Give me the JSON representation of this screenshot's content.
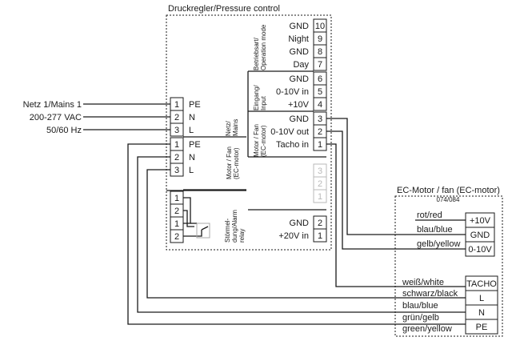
{
  "controller": {
    "title": "Druckregler/Pressure control",
    "mains_inputs": [
      "Netz 1/Mains 1",
      "200-277 VAC",
      "50/60 Hz"
    ],
    "mains_pins": [
      {
        "num": "1",
        "label": "PE"
      },
      {
        "num": "2",
        "label": "N"
      },
      {
        "num": "3",
        "label": "L"
      }
    ],
    "mains_group": [
      "Netz/",
      "Mains"
    ],
    "motor_pins": [
      {
        "num": "1",
        "label": "PE"
      },
      {
        "num": "2",
        "label": "N"
      },
      {
        "num": "3",
        "label": "L"
      }
    ],
    "motor_group": [
      "Motor / Fan",
      "(EC-motor)"
    ],
    "operation_group": [
      "Betriebsart/",
      "Operation mode"
    ],
    "operation_pins": [
      {
        "num": "10",
        "label": "GND"
      },
      {
        "num": "9",
        "label": "Night"
      },
      {
        "num": "8",
        "label": "GND"
      },
      {
        "num": "7",
        "label": "Day"
      }
    ],
    "input_group": [
      "Eingang/",
      "Input"
    ],
    "input_pins": [
      {
        "num": "6",
        "label": "GND"
      },
      {
        "num": "5",
        "label": "0-10V in"
      },
      {
        "num": "4",
        "label": "+10V"
      }
    ],
    "fan_group": [
      "Motor / Fan",
      "(EC-motor)"
    ],
    "fan_pins": [
      {
        "num": "3",
        "label": "GND"
      },
      {
        "num": "2",
        "label": "0-10V out"
      },
      {
        "num": "1",
        "label": "Tacho in"
      }
    ],
    "spare_pins": [
      "3",
      "2",
      "1"
    ],
    "alarm_pins": [
      "1",
      "2",
      "1",
      "2"
    ],
    "alarm_group": [
      "Störmel-",
      "dung/Alarm",
      "relay"
    ],
    "supply_pins": [
      {
        "num": "2",
        "label": "GND"
      },
      {
        "num": "1",
        "label": "+20V in"
      }
    ]
  },
  "ec_motor": {
    "title": "EC-Motor / fan (EC-motor)",
    "subtitle": "074/084",
    "control_terminals": [
      {
        "label": "+10V",
        "wire": "rot/red"
      },
      {
        "label": "GND",
        "wire": "blau/blue"
      },
      {
        "label": "0-10V",
        "wire": "gelb/yellow"
      }
    ],
    "power_terminals": [
      {
        "label": "TACHO",
        "wire": "weiß/white"
      },
      {
        "label": "L",
        "wire": "schwarz/black"
      },
      {
        "label": "N",
        "wire": "blau/blue"
      },
      {
        "label": "PE",
        "wire": "grün/gelb"
      }
    ],
    "pe_wire_second_line": "green/yellow"
  },
  "colors": {
    "line": "#1a1a1a",
    "unused_terminal": "#b9b9b9"
  }
}
